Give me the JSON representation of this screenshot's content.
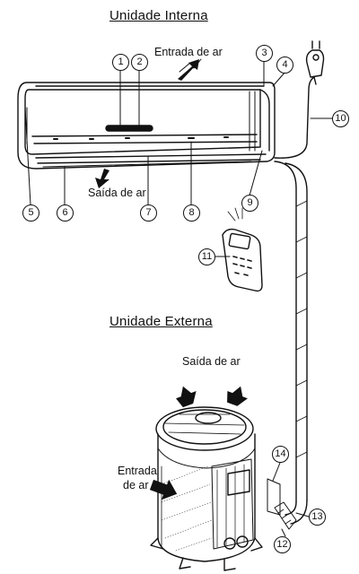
{
  "headings": {
    "indoor": "Unidade Interna",
    "outdoor": "Unidade Externa"
  },
  "labels": {
    "air_inlet_indoor": "Entrada de ar",
    "air_outlet_indoor": "Saída de ar",
    "air_outlet_outdoor": "Saída de ar",
    "air_inlet_outdoor_line1": "Entrada",
    "air_inlet_outdoor_line2": "de ar"
  },
  "callouts": [
    "1",
    "2",
    "3",
    "4",
    "5",
    "6",
    "7",
    "8",
    "9",
    "10",
    "11",
    "12",
    "13",
    "14"
  ]
}
